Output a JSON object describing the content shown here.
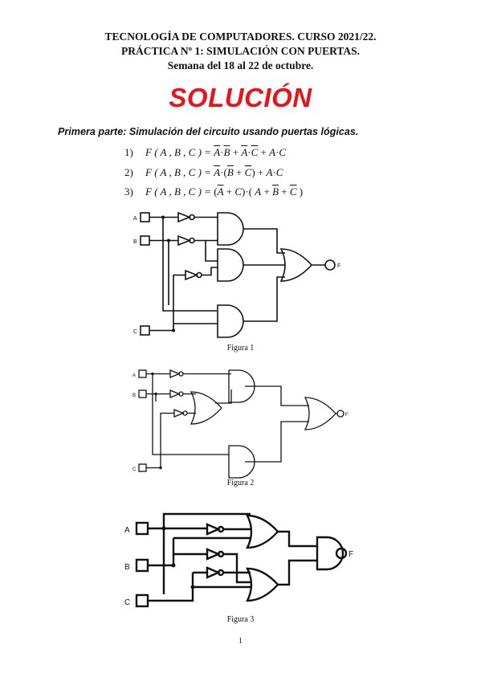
{
  "header": {
    "line1": "TECNOLOGÍA DE COMPUTADORES. CURSO 2021/22.",
    "line2": "PRÁCTICA Nº 1: SIMULACIÓN CON PUERTAS.",
    "line3": "Semana del 18 al 22 de octubre."
  },
  "solution_title": "SOLUCIÓN",
  "part_title": "Primera parte: Simulación del circuito usando puertas lógicas.",
  "equations": [
    {
      "num": "1)",
      "lhs": "F ( A , B , C ) ="
    },
    {
      "num": "2)",
      "lhs": "F ( A , B , C ) ="
    },
    {
      "num": "3)",
      "lhs": "F ( A , B , C ) ="
    }
  ],
  "figures": {
    "fig1": {
      "caption": "Figura 1",
      "input_a": "A",
      "input_b": "B",
      "input_c": "C",
      "output": "F"
    },
    "fig2": {
      "caption": "Figura 2",
      "input_a": "A",
      "input_b": "B",
      "input_c": "C",
      "output": "F"
    },
    "fig3": {
      "caption": "Figura 3",
      "input_a": "A",
      "input_b": "B",
      "input_c": "C",
      "output": "F"
    }
  },
  "page_number": "1"
}
